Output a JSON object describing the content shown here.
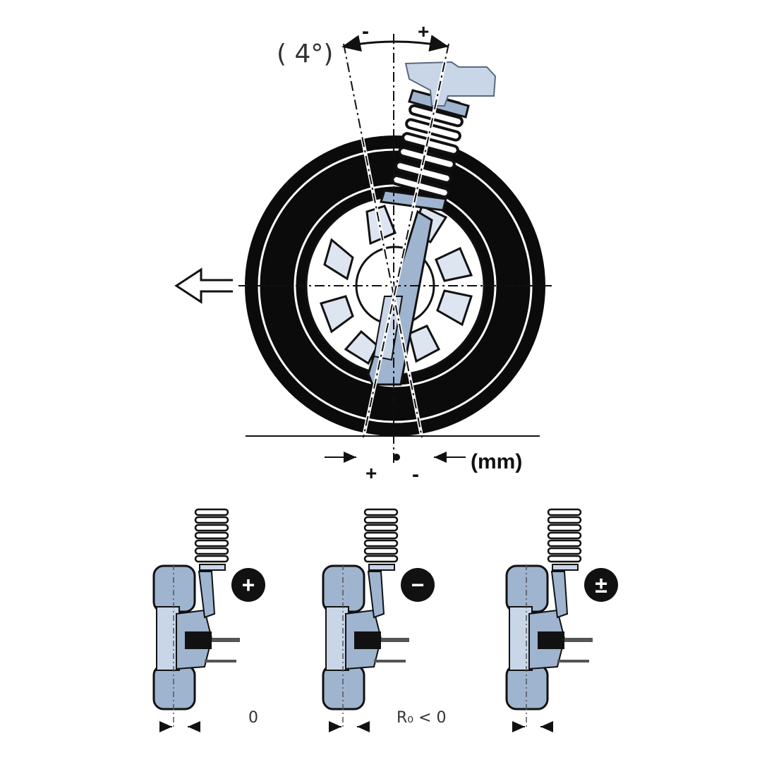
{
  "top_diagram": {
    "angle_label": "( 4°)",
    "sign_minus_top": "-",
    "sign_plus_top": "+",
    "offset_unit": "(mm)",
    "sign_plus_bottom": "+",
    "sign_minus_bottom": "-"
  },
  "variants": [
    {
      "badge": "+",
      "caption": "0"
    },
    {
      "badge": "−",
      "caption": "R₀ < 0"
    },
    {
      "badge": "±",
      "caption": ""
    }
  ],
  "colors": {
    "steel_blue": "#9fb4cf",
    "light_blue": "#c9d6e8",
    "outline": "#111111"
  }
}
